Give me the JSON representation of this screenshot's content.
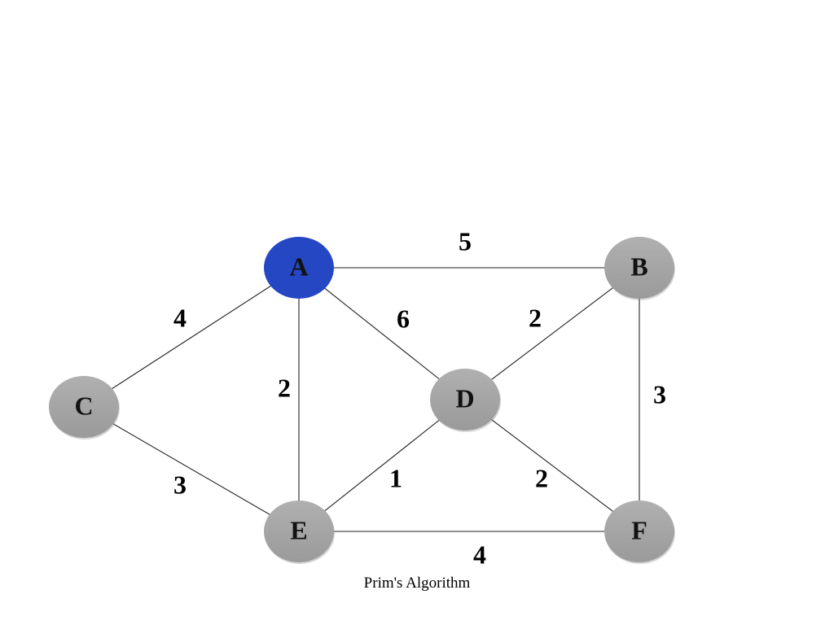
{
  "caption": "Prim's Algorithm",
  "colors": {
    "highlight_node": "#2547c4",
    "default_node": "#a3a3a3",
    "edge": "#222222"
  },
  "nodes": [
    {
      "id": "A",
      "label": "A",
      "state": "highlighted"
    },
    {
      "id": "B",
      "label": "B",
      "state": "default"
    },
    {
      "id": "C",
      "label": "C",
      "state": "default"
    },
    {
      "id": "D",
      "label": "D",
      "state": "default"
    },
    {
      "id": "E",
      "label": "E",
      "state": "default"
    },
    {
      "id": "F",
      "label": "F",
      "state": "default"
    }
  ],
  "edges": [
    {
      "from": "A",
      "to": "B",
      "weight": "5"
    },
    {
      "from": "A",
      "to": "C",
      "weight": "4"
    },
    {
      "from": "A",
      "to": "D",
      "weight": "6"
    },
    {
      "from": "A",
      "to": "E",
      "weight": "2"
    },
    {
      "from": "B",
      "to": "D",
      "weight": "2"
    },
    {
      "from": "B",
      "to": "F",
      "weight": "3"
    },
    {
      "from": "C",
      "to": "E",
      "weight": "3"
    },
    {
      "from": "D",
      "to": "E",
      "weight": "1"
    },
    {
      "from": "D",
      "to": "F",
      "weight": "2"
    },
    {
      "from": "E",
      "to": "F",
      "weight": "4"
    }
  ]
}
